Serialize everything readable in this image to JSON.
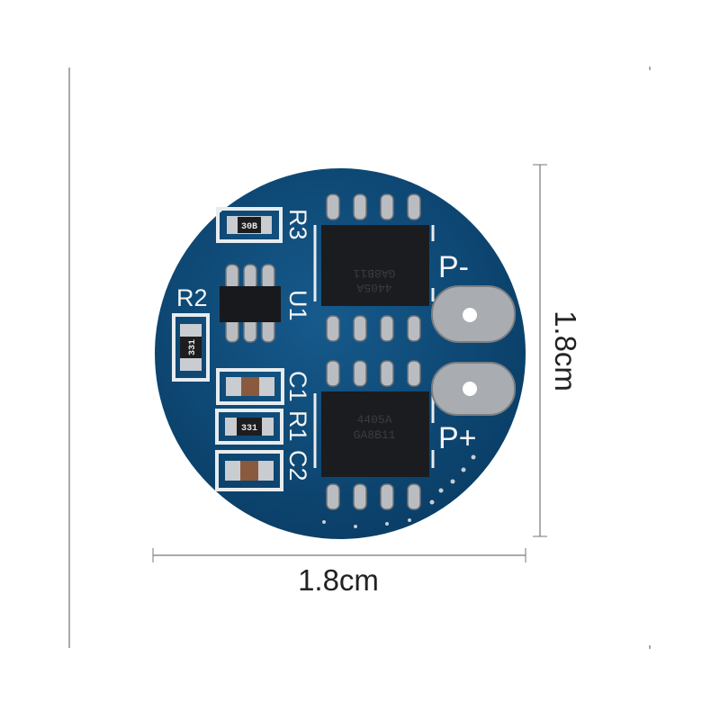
{
  "dimensions": {
    "width_label": "1.8cm",
    "height_label": "1.8cm"
  },
  "board": {
    "color": "#0d4a78",
    "silkscreen": {
      "r3": "R3",
      "r2": "R2",
      "u1": "U1",
      "c1": "C1",
      "r1": "R1",
      "c2": "C2",
      "p_minus": "P-",
      "p_plus": "P+"
    },
    "component_markings": {
      "r3": "30B",
      "r2": "331",
      "r1": "331"
    },
    "chip_markings": {
      "top_line1": "4405A",
      "top_line2": "GA8B11",
      "bottom_line1": "4405A",
      "bottom_line2": "GA8B11"
    }
  }
}
